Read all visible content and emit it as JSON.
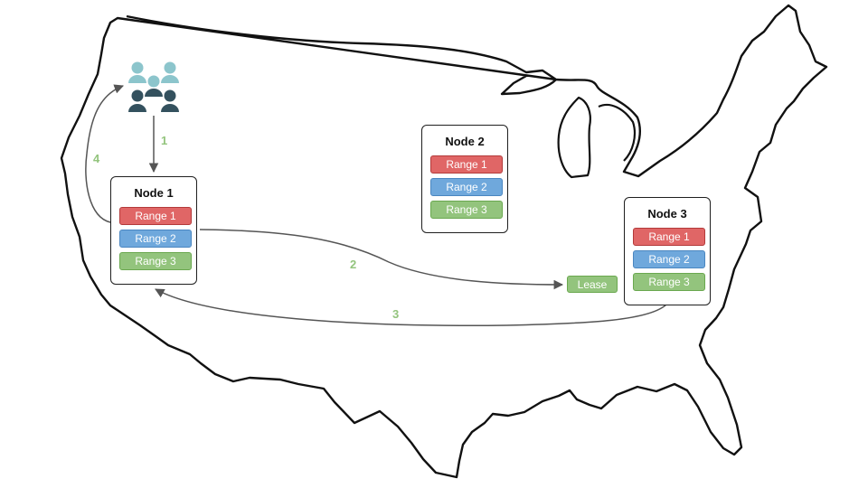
{
  "nodes": [
    {
      "title": "Node 1",
      "ranges": [
        "Range 1",
        "Range 2",
        "Range 3"
      ]
    },
    {
      "title": "Node 2",
      "ranges": [
        "Range 1",
        "Range 2",
        "Range 3"
      ]
    },
    {
      "title": "Node 3",
      "ranges": [
        "Range 1",
        "Range 2",
        "Range 3"
      ]
    }
  ],
  "lease_label": "Lease",
  "steps": [
    "1",
    "2",
    "3",
    "4"
  ],
  "icons": [
    "users-group-icon"
  ],
  "colors": {
    "range1": "#e06666",
    "range2": "#6fa8dc",
    "range3": "#93c47d",
    "step_label": "#93c47d",
    "users_light": "#8cc5cc",
    "users_dark": "#34515e"
  }
}
